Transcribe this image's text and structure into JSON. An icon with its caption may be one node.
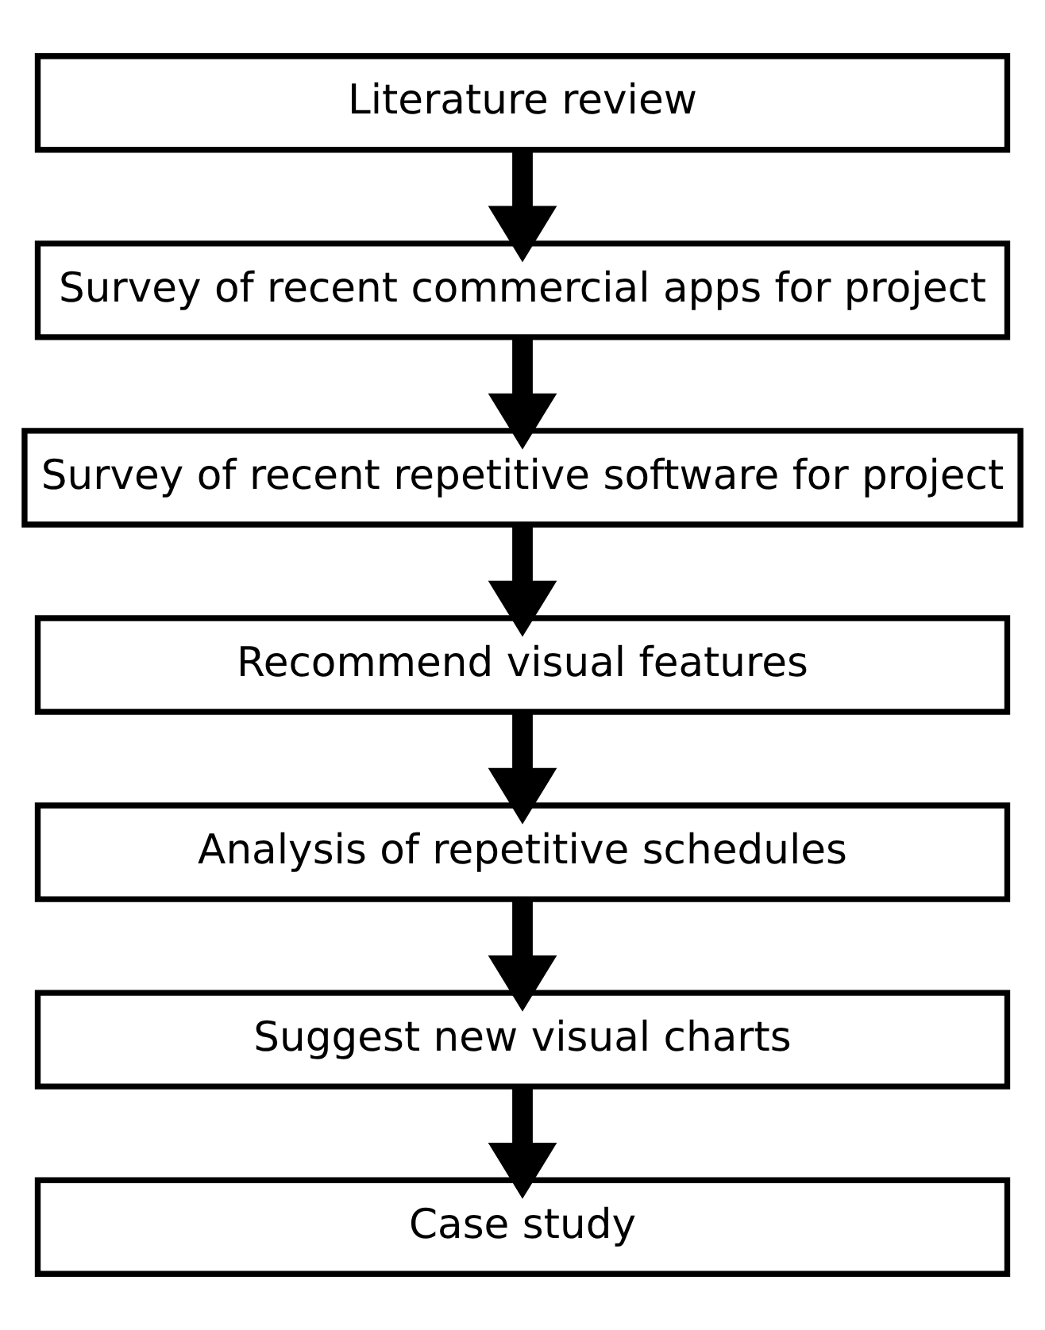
{
  "diagram": {
    "nodes": [
      {
        "text": [
          "Literature review"
        ]
      },
      {
        "text": [
          "Survey of recent commercial apps for project"
        ]
      },
      {
        "text": [
          "Survey of recent repetitive software for project"
        ]
      },
      {
        "text": [
          "Recommend visual features"
        ]
      },
      {
        "text": [
          "Analysis of repetitive schedules"
        ]
      },
      {
        "text": [
          "Suggest new visual charts"
        ]
      },
      {
        "text": [
          "Case study"
        ]
      }
    ],
    "edges": [
      {
        "from": 0,
        "to": 1,
        "arrow": "to"
      },
      {
        "from": 1,
        "to": 2,
        "arrow": "to"
      },
      {
        "from": 2,
        "to": 3,
        "arrow": "to"
      },
      {
        "from": 3,
        "to": 4,
        "arrow": "to"
      },
      {
        "from": 4,
        "to": 5,
        "arrow": "to"
      },
      {
        "from": 5,
        "to": 6,
        "arrow": "to"
      }
    ]
  }
}
